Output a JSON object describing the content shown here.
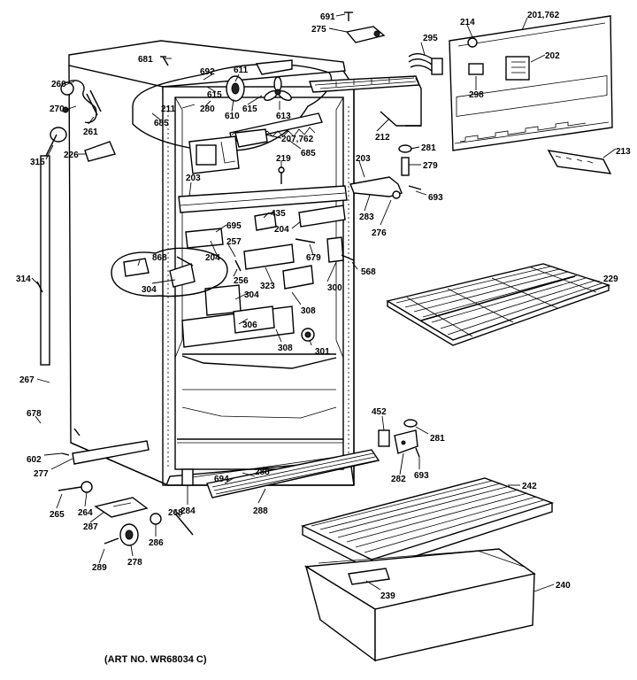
{
  "labels": {
    "p691": "691",
    "p275": "275",
    "p214": "214",
    "p201_762": "201,762",
    "p295": "295",
    "p202": "202",
    "p298": "298",
    "p681a": "681",
    "p692": "692",
    "p611": "611",
    "p615a": "615",
    "p260": "260",
    "p270": "270",
    "p261a": "261",
    "p211": "211",
    "p280": "280",
    "p610": "610",
    "p615b": "615",
    "p613": "613",
    "p685a": "685",
    "p212": "212",
    "p207_762": "207,762",
    "p685b": "685",
    "p281a": "281",
    "p279": "279",
    "p213": "213",
    "p315": "315",
    "p226": "226",
    "p219": "219",
    "p203a": "203",
    "p203b": "203",
    "p283": "283",
    "p693a": "693",
    "p276": "276",
    "p695": "695",
    "p435": "435",
    "p204a": "204",
    "p257": "257",
    "p204b": "204",
    "p679": "679",
    "p568": "568",
    "p229": "229",
    "p314": "314",
    "p868": "868",
    "p256": "256",
    "p323": "323",
    "p300": "300",
    "p304a": "304",
    "p304b": "304",
    "p308a": "308",
    "p306": "306",
    "p308b": "308",
    "p301": "301",
    "p267": "267",
    "p678": "678",
    "p452": "452",
    "p281b": "281",
    "p602": "602",
    "p277": "277",
    "p288a": "288",
    "p694": "694",
    "p284": "284",
    "p282": "282",
    "p693b": "693",
    "p288b": "288",
    "p242": "242",
    "p265": "265",
    "p264": "264",
    "p287": "287",
    "p268": "268",
    "p286": "286",
    "p289": "289",
    "p278": "278",
    "p239": "239",
    "p240": "240"
  },
  "art_number": "(ART NO. WR68034 C)"
}
